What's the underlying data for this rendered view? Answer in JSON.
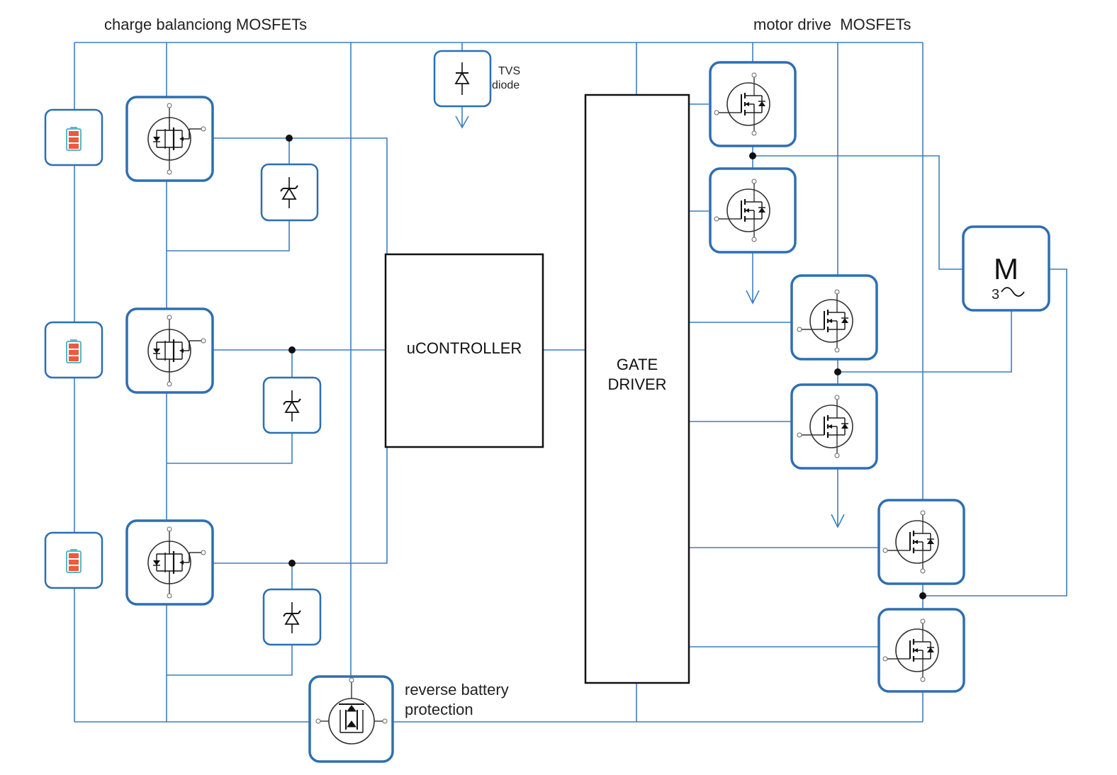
{
  "labels": {
    "charge_mosfets": "charge balanciong MOSFETs",
    "motor_mosfets": "motor drive  MOSFETs",
    "tvs_line1": "TVS",
    "tvs_line2": "diode",
    "reverse_line1": "reverse battery",
    "reverse_line2": "protection",
    "ucontroller": "uCONTROLLER",
    "gate_line1": "GATE",
    "gate_line2": "DRIVER",
    "motor_letter": "M",
    "motor_phase": "3"
  },
  "colors": {
    "wire": "#3d7ec1",
    "box_border": "#2e6fb0",
    "battery_cell": "#ee5a3c",
    "battery_frame": "#5bb8c9",
    "symbol": "#222222"
  }
}
